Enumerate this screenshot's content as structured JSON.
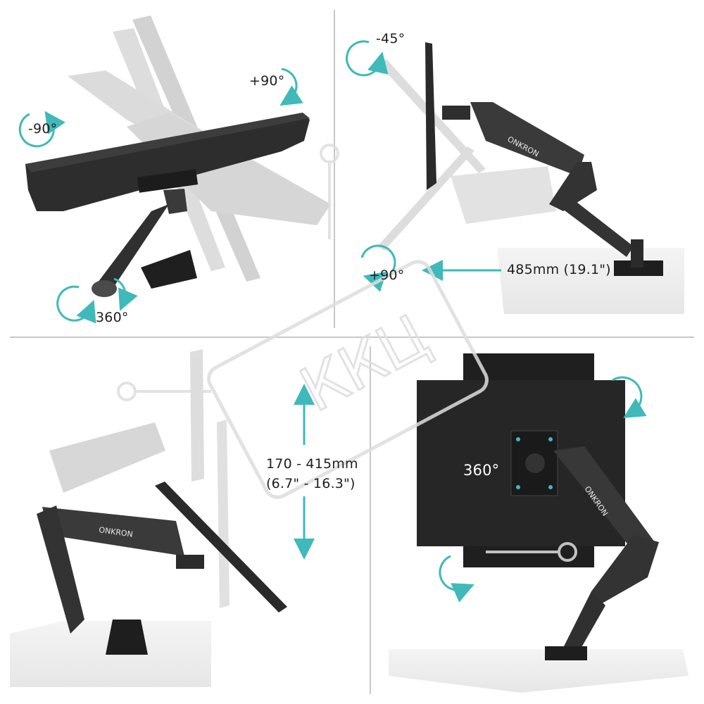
{
  "panels": {
    "top_left": {
      "labels": {
        "rot_left": "-90°",
        "rot_right": "+90°",
        "swivel": "360°"
      }
    },
    "top_right": {
      "labels": {
        "tilt_up": "-45°",
        "tilt_down": "+90°",
        "extension": "485mm (19.1\")"
      },
      "brand": "ONKRON"
    },
    "bottom_left": {
      "labels": {
        "height_mm": "170 - 415mm",
        "height_in": "(6.7\" - 16.3\")"
      },
      "brand": "ONKRON"
    },
    "bottom_right": {
      "labels": {
        "rotation": "360°"
      },
      "brand": "ONKRON"
    }
  },
  "watermark": {
    "text": "ККЦ"
  },
  "colors": {
    "accent": "#3fb9b9",
    "monitor": "#2b2b2b",
    "arm": "#3a3a3a",
    "ghost": "#c9c9c9",
    "divider": "#c8c8c8"
  }
}
